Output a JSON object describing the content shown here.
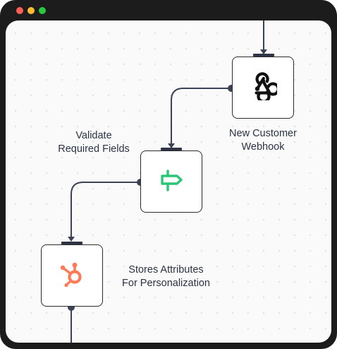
{
  "window": {
    "controls": {
      "close_color": "#fe5f57",
      "minimize_color": "#febc2e",
      "maximize_color": "#28c840"
    }
  },
  "workflow": {
    "connector_color": "#3b4256",
    "nodes": [
      {
        "id": "webhook",
        "icon": "webhook-icon",
        "icon_color": "#111111",
        "label": [
          "New Customer",
          "Webhook"
        ]
      },
      {
        "id": "validate",
        "icon": "signpost-icon",
        "icon_color": "#2bc676",
        "label": [
          "Validate",
          "Required Fields"
        ]
      },
      {
        "id": "hubspot",
        "icon": "hubspot-icon",
        "icon_color": "#ff7a59",
        "label": [
          "Stores Attributes",
          "For Personalization"
        ]
      }
    ]
  }
}
